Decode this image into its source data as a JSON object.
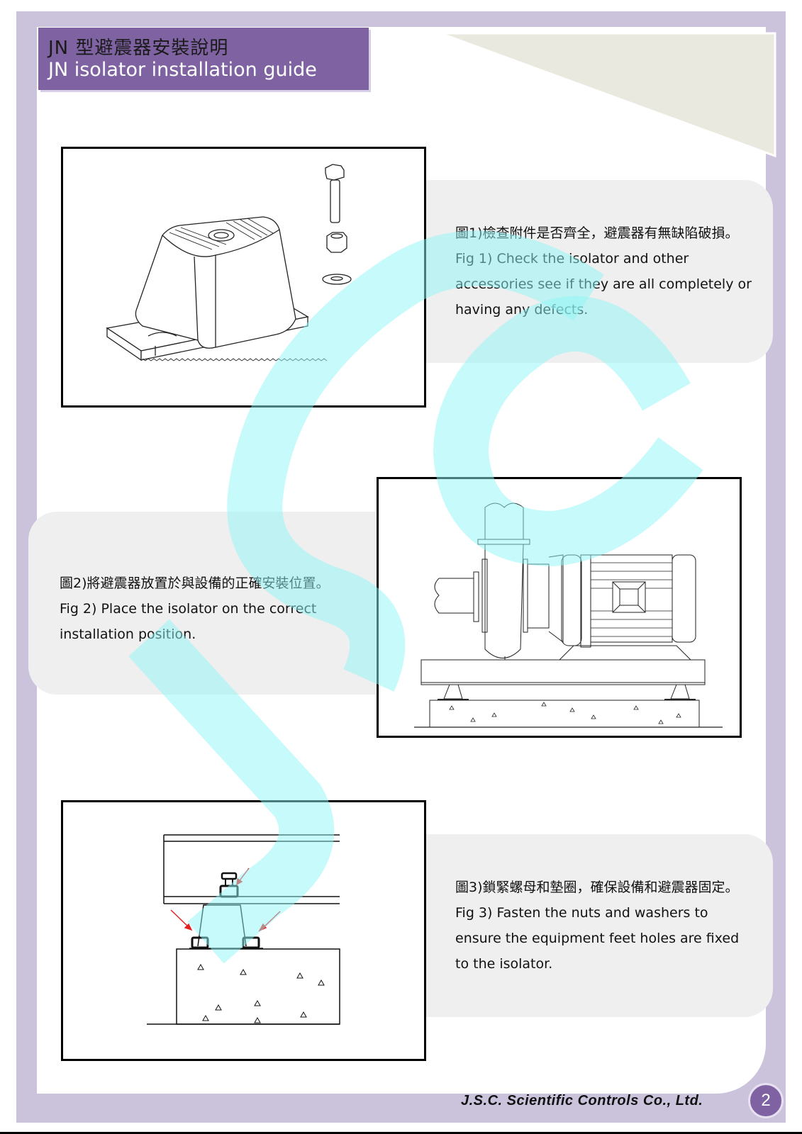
{
  "header": {
    "title_cn": "JN 型避震器安裝說明",
    "title_en": "JN isolator installation guide"
  },
  "colors": {
    "frame": "#cbc3dc",
    "title_bg": "#7e62a1",
    "note_bg": "#efefef",
    "watermark": "#c4fafa",
    "corner_triangle": "#eae9df",
    "arrow": "#e51e1e"
  },
  "steps": [
    {
      "figure_label": "Fig 1",
      "figure_desc": "isolator-with-bolt-nut-washer",
      "lines": [
        "圖1)檢查附件是否齊全，避震器有無缺陷破損。",
        "Fig 1) Check the isolator and other",
        "accessories see if they are all completely or",
        "having any defects."
      ]
    },
    {
      "figure_label": "Fig 2",
      "figure_desc": "pump-motor-on-base-with-isolators",
      "lines": [
        "圖2)將避震器放置於與設備的正確安裝位置。",
        "Fig 2) Place the isolator on the correct",
        "installation position."
      ]
    },
    {
      "figure_label": "Fig 3",
      "figure_desc": "fastened-nuts-washers-detail",
      "lines": [
        "圖3)鎖緊螺母和墊圈，確保設備和避震器固定。",
        "Fig 3) Fasten the nuts and washers to",
        "ensure the equipment feet holes are fixed",
        "to the isolator."
      ]
    }
  ],
  "watermark": {
    "text": "JSC"
  },
  "footer": {
    "company": "J.S.C. Scientific Controls Co., Ltd.",
    "page_number": "2"
  }
}
